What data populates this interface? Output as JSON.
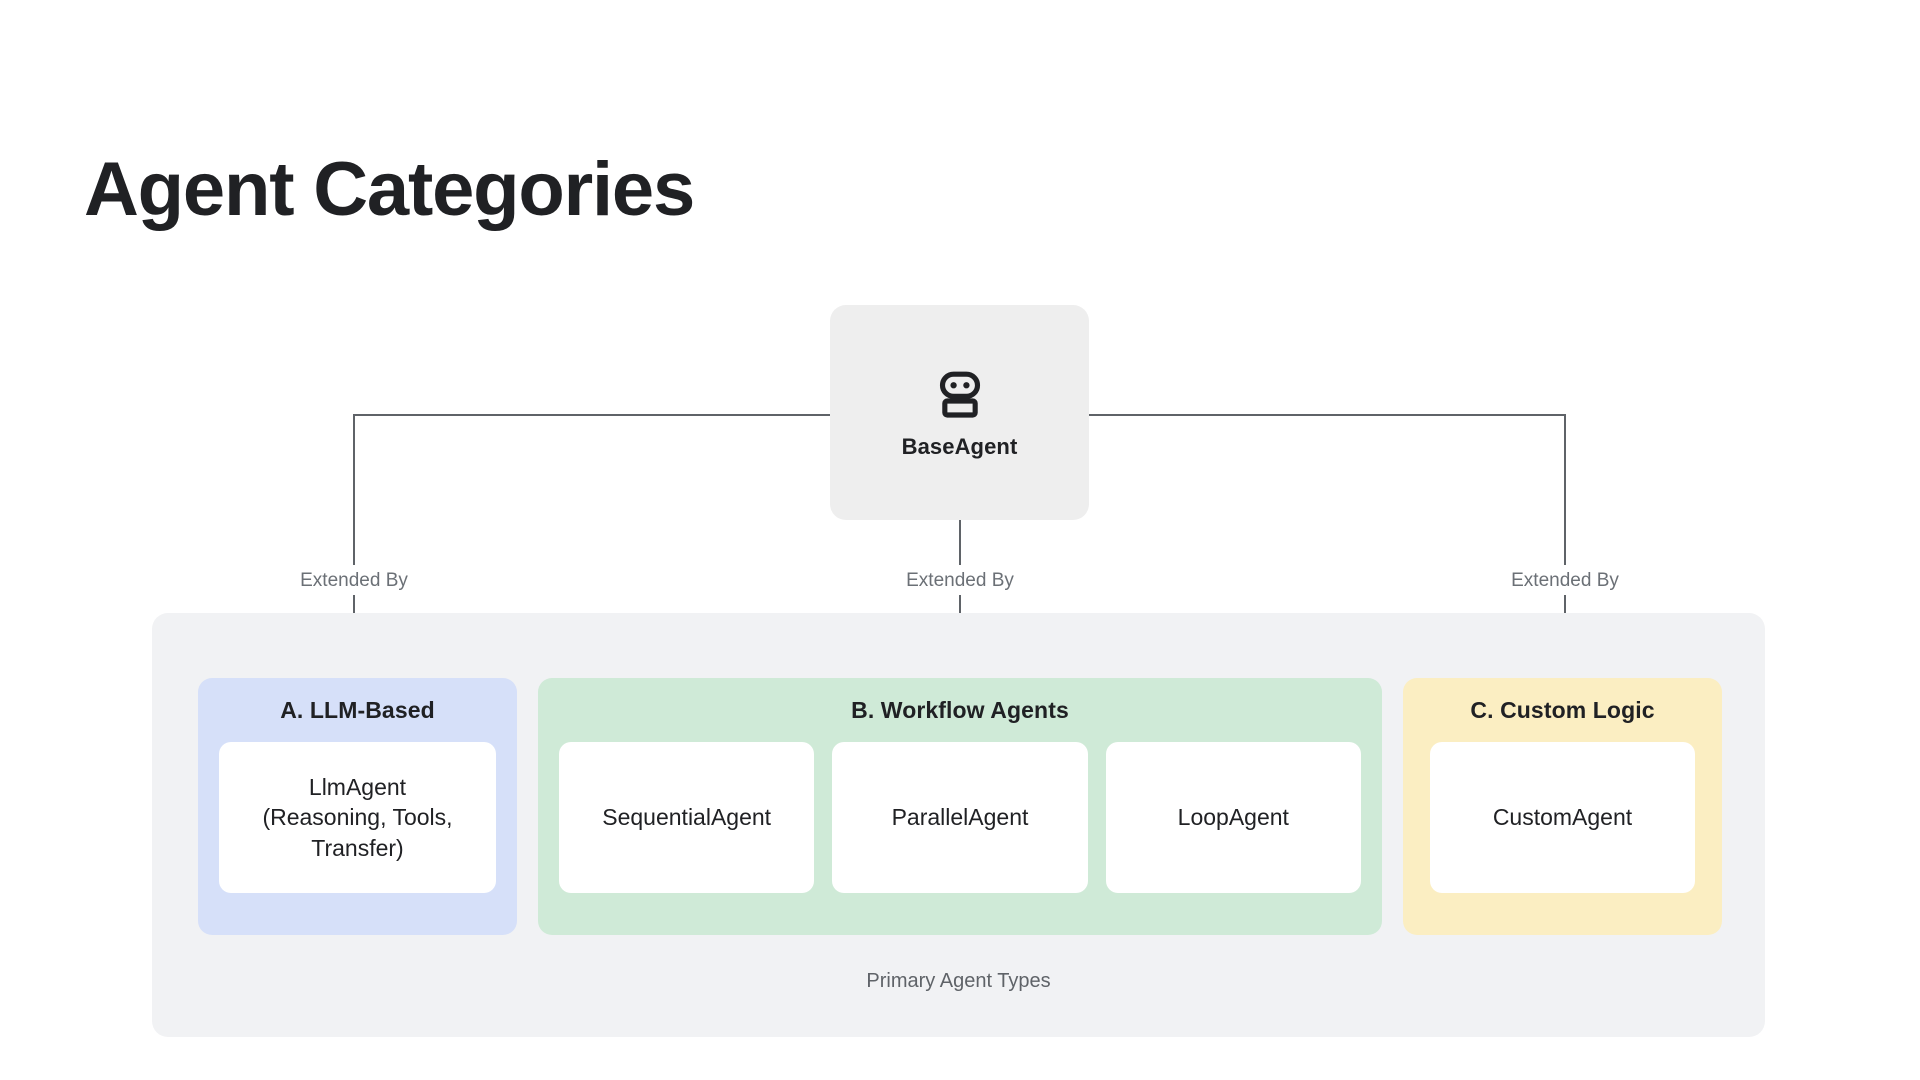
{
  "page": {
    "title": "Agent Categories",
    "background": "#ffffff"
  },
  "root_node": {
    "label": "BaseAgent",
    "icon": "robot-icon",
    "background": "#eeeeee"
  },
  "edges": [
    {
      "label": "Extended By",
      "target": "A. LLM-Based"
    },
    {
      "label": "Extended By",
      "target": "B. Workflow Agents"
    },
    {
      "label": "Extended By",
      "target": "C. Custom Logic"
    }
  ],
  "container": {
    "caption": "Primary Agent Types",
    "background": "#f1f2f4",
    "groups": [
      {
        "title": "A. LLM-Based",
        "color": "#d6e0f9",
        "cards": [
          "LlmAgent\n(Reasoning, Tools,\nTransfer)"
        ]
      },
      {
        "title": "B. Workflow Agents",
        "color": "#cfead7",
        "cards": [
          "SequentialAgent",
          "ParallelAgent",
          "LoopAgent"
        ]
      },
      {
        "title": "C. Custom Logic",
        "color": "#fbeec2",
        "cards": [
          "CustomAgent"
        ]
      }
    ]
  },
  "colors": {
    "title_text": "#202124",
    "muted_text": "#5f6368",
    "edge_line": "#5f6368",
    "card_white": "#ffffff"
  }
}
